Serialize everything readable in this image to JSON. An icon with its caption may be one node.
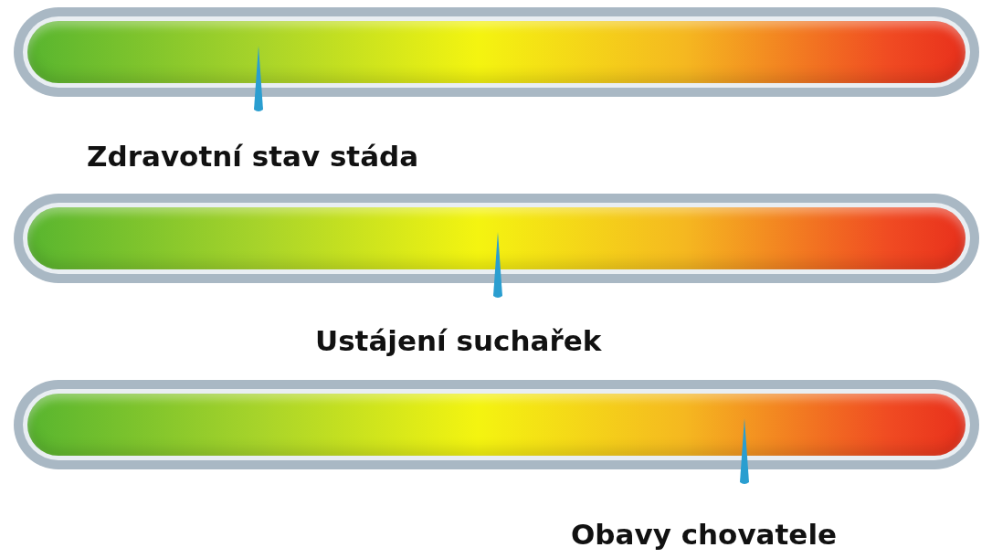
{
  "diagram": {
    "labels": [
      "Zdravotní stav stáda",
      "Ustájení suchařek",
      "Obavy chovatele"
    ]
  }
}
